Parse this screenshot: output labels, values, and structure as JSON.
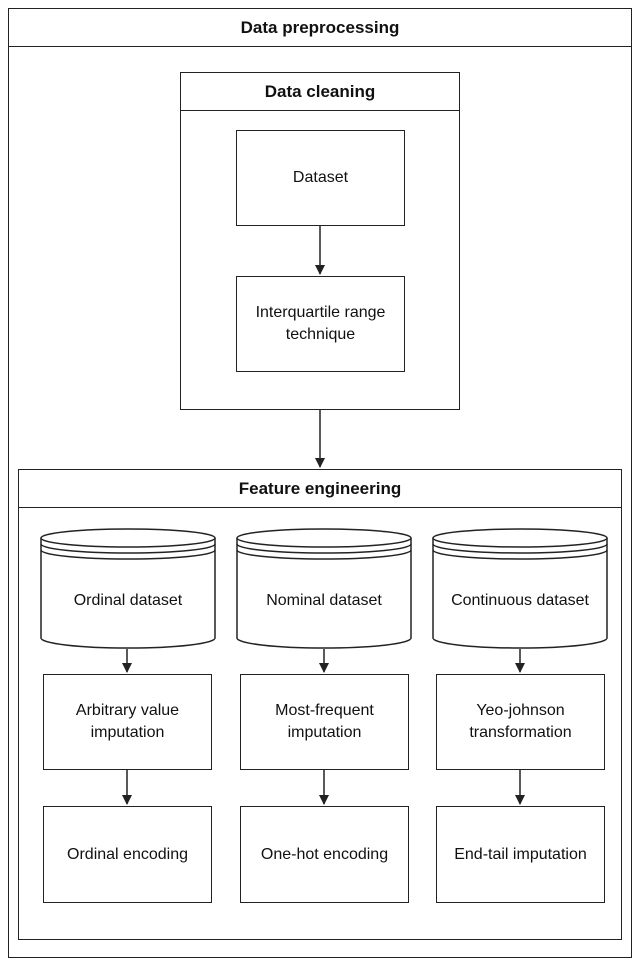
{
  "outer": {
    "title": "Data preprocessing"
  },
  "cleaning": {
    "title": "Data cleaning",
    "steps": [
      "Dataset",
      "Interquartile range technique"
    ]
  },
  "engineering": {
    "title": "Feature engineering",
    "columns": [
      {
        "dataset": "Ordinal dataset",
        "step1": "Arbitrary value imputation",
        "step2": "Ordinal encoding"
      },
      {
        "dataset": "Nominal dataset",
        "step1": "Most-frequent imputation",
        "step2": "One-hot encoding"
      },
      {
        "dataset": "Continuous dataset",
        "step1": "Yeo-johnson transformation",
        "step2": "End-tail imputation"
      }
    ]
  },
  "colors": {
    "stroke": "#222222",
    "background": "#ffffff"
  }
}
